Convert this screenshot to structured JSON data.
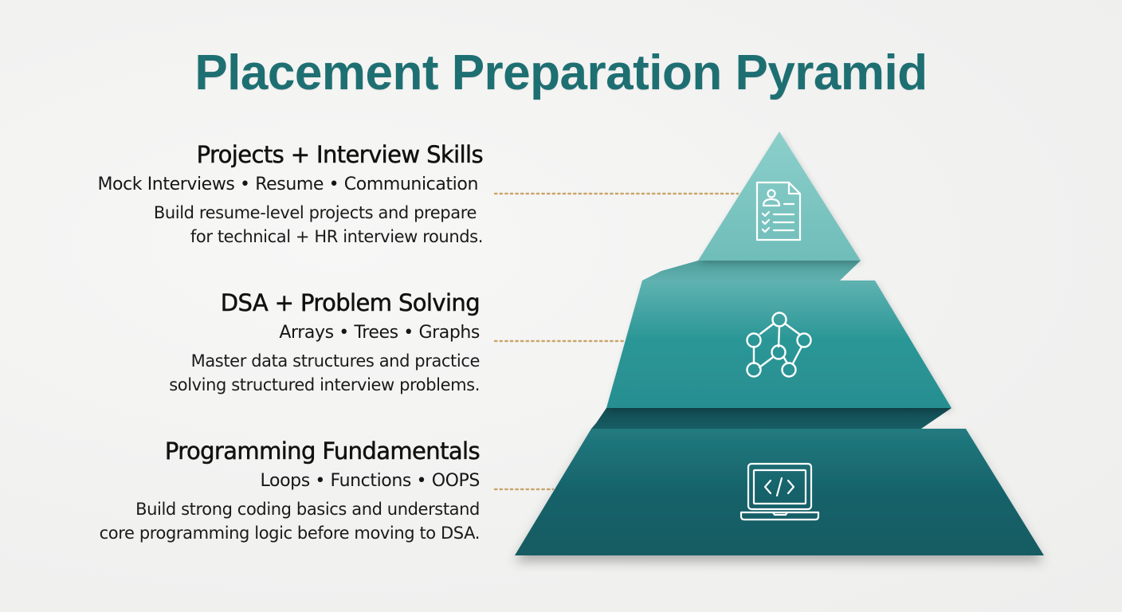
{
  "title": "Placement Preparation Pyramid",
  "colors": {
    "title": "#1e6f72",
    "connector": "#c9a66b",
    "level_top": "#7fc6c3",
    "level_middle": "#2a9696",
    "level_bottom": "#175f66"
  },
  "levels": [
    {
      "position": "top",
      "heading": "Projects + Interview Skills",
      "tags": "Mock Interviews • Resume • Communication",
      "description_lines": [
        "Build resume-level projects and prepare",
        "for technical + HR interview rounds."
      ],
      "icon": "resume-checklist-icon"
    },
    {
      "position": "middle",
      "heading": "DSA + Problem Solving",
      "tags": "Arrays • Trees • Graphs",
      "description_lines": [
        "Master data structures and practice",
        "solving structured interview problems."
      ],
      "icon": "graph-network-icon"
    },
    {
      "position": "bottom",
      "heading": "Programming Fundamentals",
      "tags": "Loops • Functions • OOPS",
      "description_lines": [
        "Build strong coding basics and understand",
        "core programming logic before moving to DSA."
      ],
      "icon": "laptop-code-icon"
    }
  ]
}
